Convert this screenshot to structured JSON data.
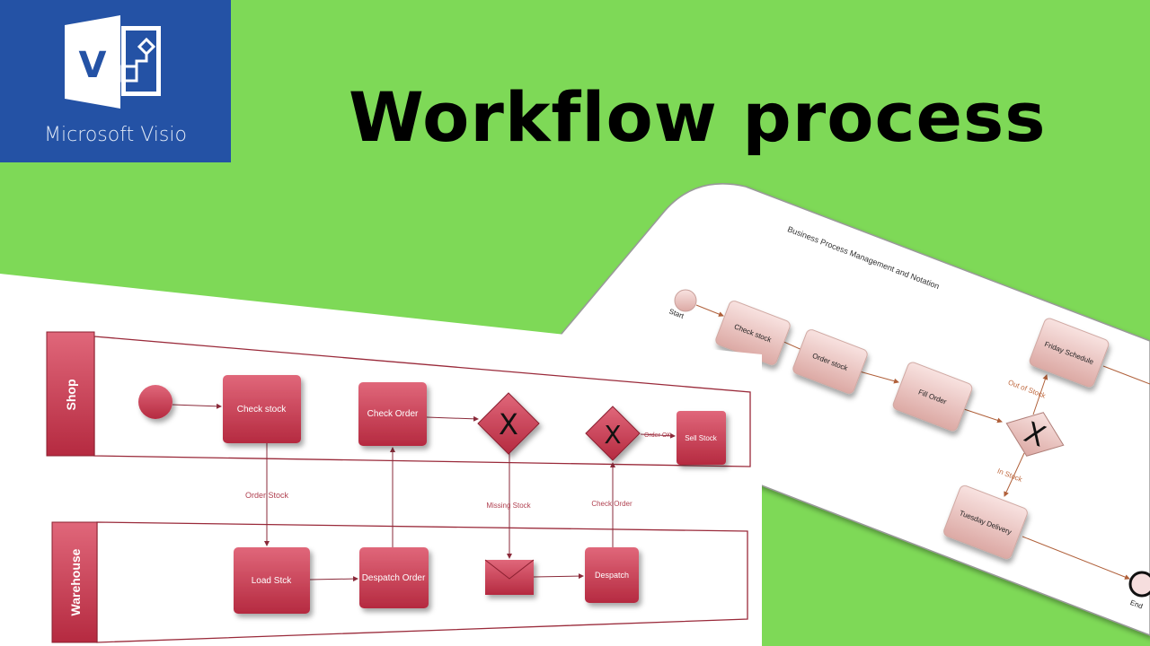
{
  "logo": {
    "product": "Microsoft Visio",
    "letter": "V",
    "icon": "visio-logo-icon",
    "color": "#2452a5"
  },
  "headline": "Workflow process",
  "background_color": "#7ed957",
  "swimlane_diagram": {
    "lanes": [
      "Shop",
      "Warehouse"
    ],
    "nodes": {
      "check_stock": "Check stock",
      "check_order": "Check Order",
      "sell_stock": "Sell Stock",
      "load_stock": "Load Stck",
      "despatch_order": "Despatch Order",
      "despatch": "Despatch"
    },
    "gateway_mark": "X",
    "edge_labels": {
      "order_stock": "Order Stock",
      "missing_stock": "Missing Stock",
      "check_order": "Check Order",
      "order_ok": "Order OK"
    },
    "shape_color": "#c8384e"
  },
  "bpmn_card": {
    "title": "Business Process Management and Notation",
    "start": "Start",
    "end": "End",
    "nodes": {
      "check_stock": "Check stock",
      "order_stock": "Order stock",
      "fill_order": "Fill Order",
      "friday_schedule": "Friday Schedule",
      "tuesday_delivery": "Tuesday Delivery"
    },
    "gateway_mark": "X",
    "edge_labels": {
      "out_of_stock": "Out of Stock",
      "in_stock": "In Stock"
    }
  }
}
